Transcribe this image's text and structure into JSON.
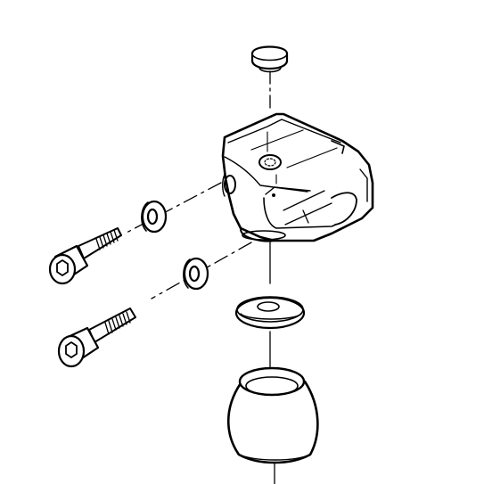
{
  "figure": {
    "kind": "exploded-assembly-drawing",
    "line_color": "#000000",
    "background": "#ffffff",
    "parts": [
      {
        "id": "cap",
        "name": "plug-cap"
      },
      {
        "id": "block",
        "name": "clamp-block"
      },
      {
        "id": "washer_upper",
        "name": "washer"
      },
      {
        "id": "washer_lower",
        "name": "washer"
      },
      {
        "id": "screw_upper",
        "name": "socket-head-cap-screw",
        "icon": "hex-socket"
      },
      {
        "id": "screw_lower",
        "name": "socket-head-cap-screw",
        "icon": "hex-socket"
      },
      {
        "id": "seat_ring",
        "name": "seat-ring"
      },
      {
        "id": "ball_sleeve",
        "name": "ball-sleeve"
      }
    ]
  }
}
